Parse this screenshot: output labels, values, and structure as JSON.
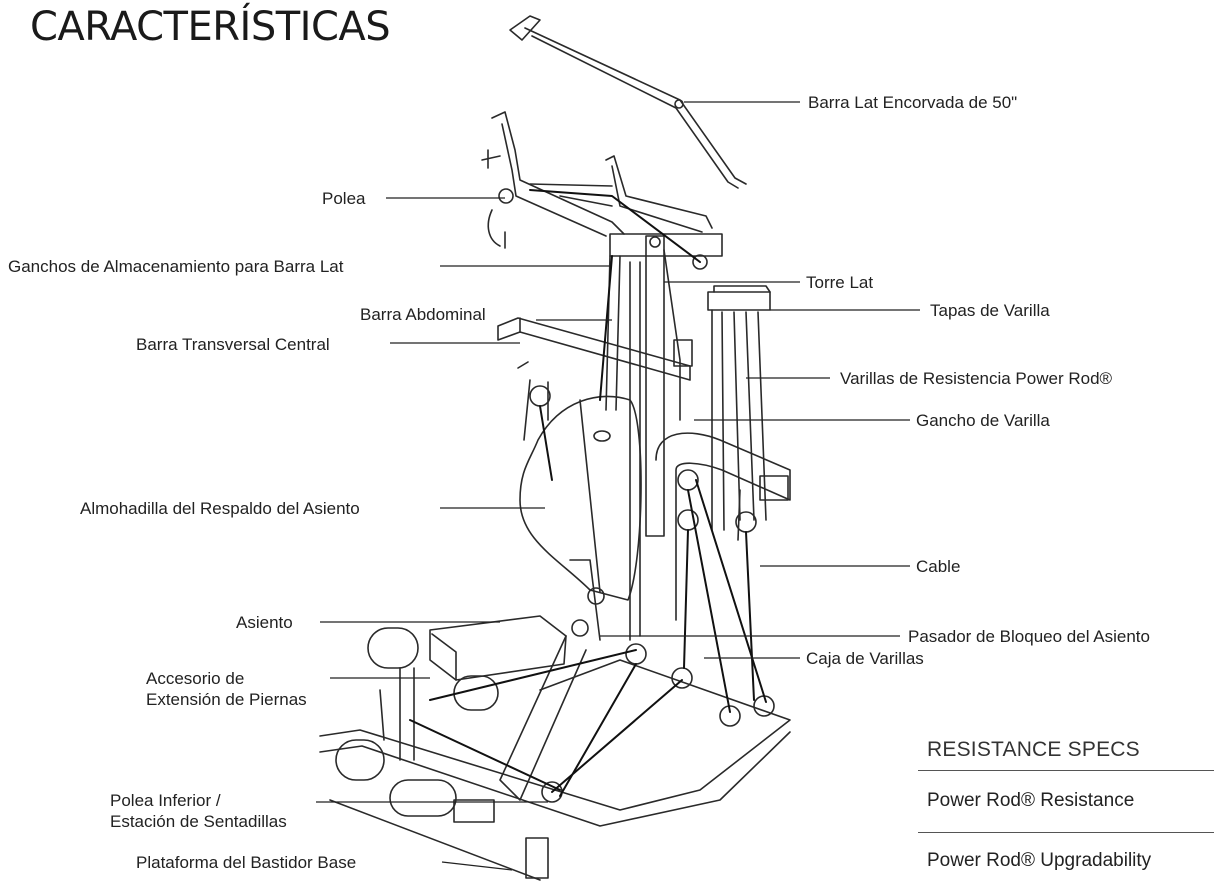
{
  "title": "CARACTERÍSTICAS",
  "labels": {
    "barra_lat": "Barra Lat Encorvada de 50\"",
    "polea": "Polea",
    "ganchos": "Ganchos de Almacenamiento para Barra Lat",
    "torre_lat": "Torre Lat",
    "barra_abdominal": "Barra Abdominal",
    "tapas": "Tapas de Varilla",
    "barra_transversal": "Barra Transversal Central",
    "varillas": "Varillas de Resistencia Power Rod®",
    "gancho_varilla": "Gancho de Varilla",
    "almohadilla": "Almohadilla del Respaldo del Asiento",
    "cable": "Cable",
    "asiento": "Asiento",
    "pasador": "Pasador de Bloqueo del Asiento",
    "accesorio_1": "Accesorio de",
    "accesorio_2": "Extensión de Piernas",
    "caja": "Caja de Varillas",
    "polea_inferior_1": "Polea Inferior /",
    "polea_inferior_2": "Estación de Sentadillas",
    "plataforma": "Plataforma del Bastidor Base"
  },
  "specs": {
    "heading": "RESISTANCE SPECS",
    "rows": [
      "Power Rod® Resistance",
      "Power Rod® Upgradability"
    ]
  }
}
